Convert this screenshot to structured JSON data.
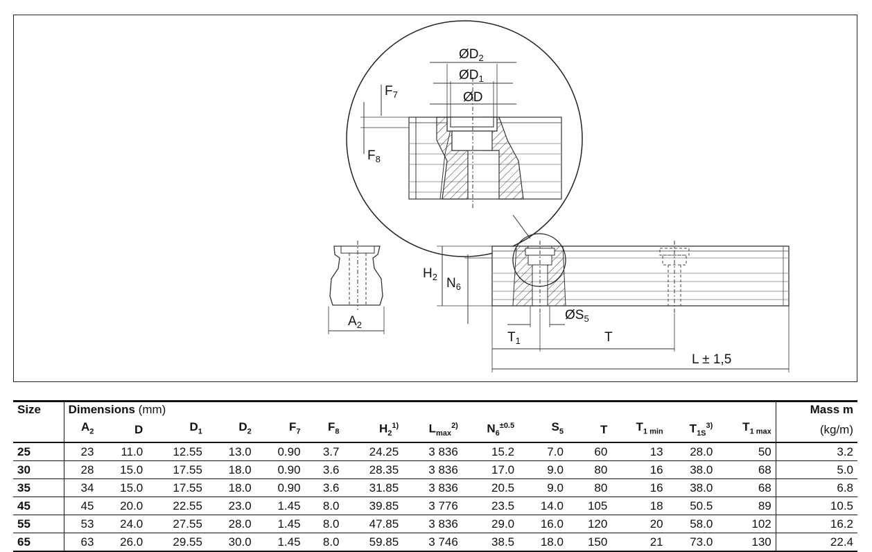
{
  "drawing_labels": {
    "phi_d2": "ØD",
    "phi_d2_sub": "2",
    "phi_d1": "ØD",
    "phi_d1_sub": "1",
    "phi_d": "ØD",
    "f7": "F",
    "f7_sub": "7",
    "f8": "F",
    "f8_sub": "8",
    "h2": "H",
    "h2_sub": "2",
    "n6": "N",
    "n6_sub": "6",
    "a2": "A",
    "a2_sub": "2",
    "phi_s5": "ØS",
    "phi_s5_sub": "5",
    "t1": "T",
    "t1_sub": "1",
    "t": "T",
    "length": "L ± 1,5"
  },
  "table": {
    "size_header": "Size",
    "dimensions_header": "Dimensions",
    "dimensions_unit": "(mm)",
    "mass_header": "Mass m",
    "mass_unit": "(kg/m)",
    "columns": [
      {
        "main": "A",
        "sub": "2",
        "sup": ""
      },
      {
        "main": "D",
        "sub": "",
        "sup": ""
      },
      {
        "main": "D",
        "sub": "1",
        "sup": ""
      },
      {
        "main": "D",
        "sub": "2",
        "sup": ""
      },
      {
        "main": "F",
        "sub": "7",
        "sup": ""
      },
      {
        "main": "F",
        "sub": "8",
        "sup": ""
      },
      {
        "main": "H",
        "sub": "2",
        "sup": "1)"
      },
      {
        "main": "L",
        "sub": "max",
        "sup": "2)"
      },
      {
        "main": "N",
        "sub": "6",
        "sup": "±0.5"
      },
      {
        "main": "S",
        "sub": "5",
        "sup": ""
      },
      {
        "main": "T",
        "sub": "",
        "sup": ""
      },
      {
        "main": "T",
        "sub": "1 min",
        "sup": ""
      },
      {
        "main": "T",
        "sub": "1S",
        "sup": "3)"
      },
      {
        "main": "T",
        "sub": "1 max",
        "sup": ""
      }
    ],
    "rows": [
      [
        "25",
        "23",
        "11.0",
        "12.55",
        "13.0",
        "0.90",
        "3.7",
        "24.25",
        "3 836",
        "15.2",
        "7.0",
        "60",
        "13",
        "28.0",
        "50",
        "3.2"
      ],
      [
        "30",
        "28",
        "15.0",
        "17.55",
        "18.0",
        "0.90",
        "3.6",
        "28.35",
        "3 836",
        "17.0",
        "9.0",
        "80",
        "16",
        "38.0",
        "68",
        "5.0"
      ],
      [
        "35",
        "34",
        "15.0",
        "17.55",
        "18.0",
        "0.90",
        "3.6",
        "31.85",
        "3 836",
        "20.5",
        "9.0",
        "80",
        "16",
        "38.0",
        "68",
        "6.8"
      ],
      [
        "45",
        "45",
        "20.0",
        "22.55",
        "23.0",
        "1.45",
        "8.0",
        "39.85",
        "3 776",
        "23.5",
        "14.0",
        "105",
        "18",
        "50.5",
        "89",
        "10.5"
      ],
      [
        "55",
        "53",
        "24.0",
        "27.55",
        "28.0",
        "1.45",
        "8.0",
        "47.85",
        "3 836",
        "29.0",
        "16.0",
        "120",
        "20",
        "58.0",
        "102",
        "16.2"
      ],
      [
        "65",
        "63",
        "26.0",
        "29.55",
        "30.0",
        "1.45",
        "8.0",
        "59.85",
        "3 746",
        "38.5",
        "18.0",
        "150",
        "21",
        "73.0",
        "130",
        "22.4"
      ]
    ]
  }
}
